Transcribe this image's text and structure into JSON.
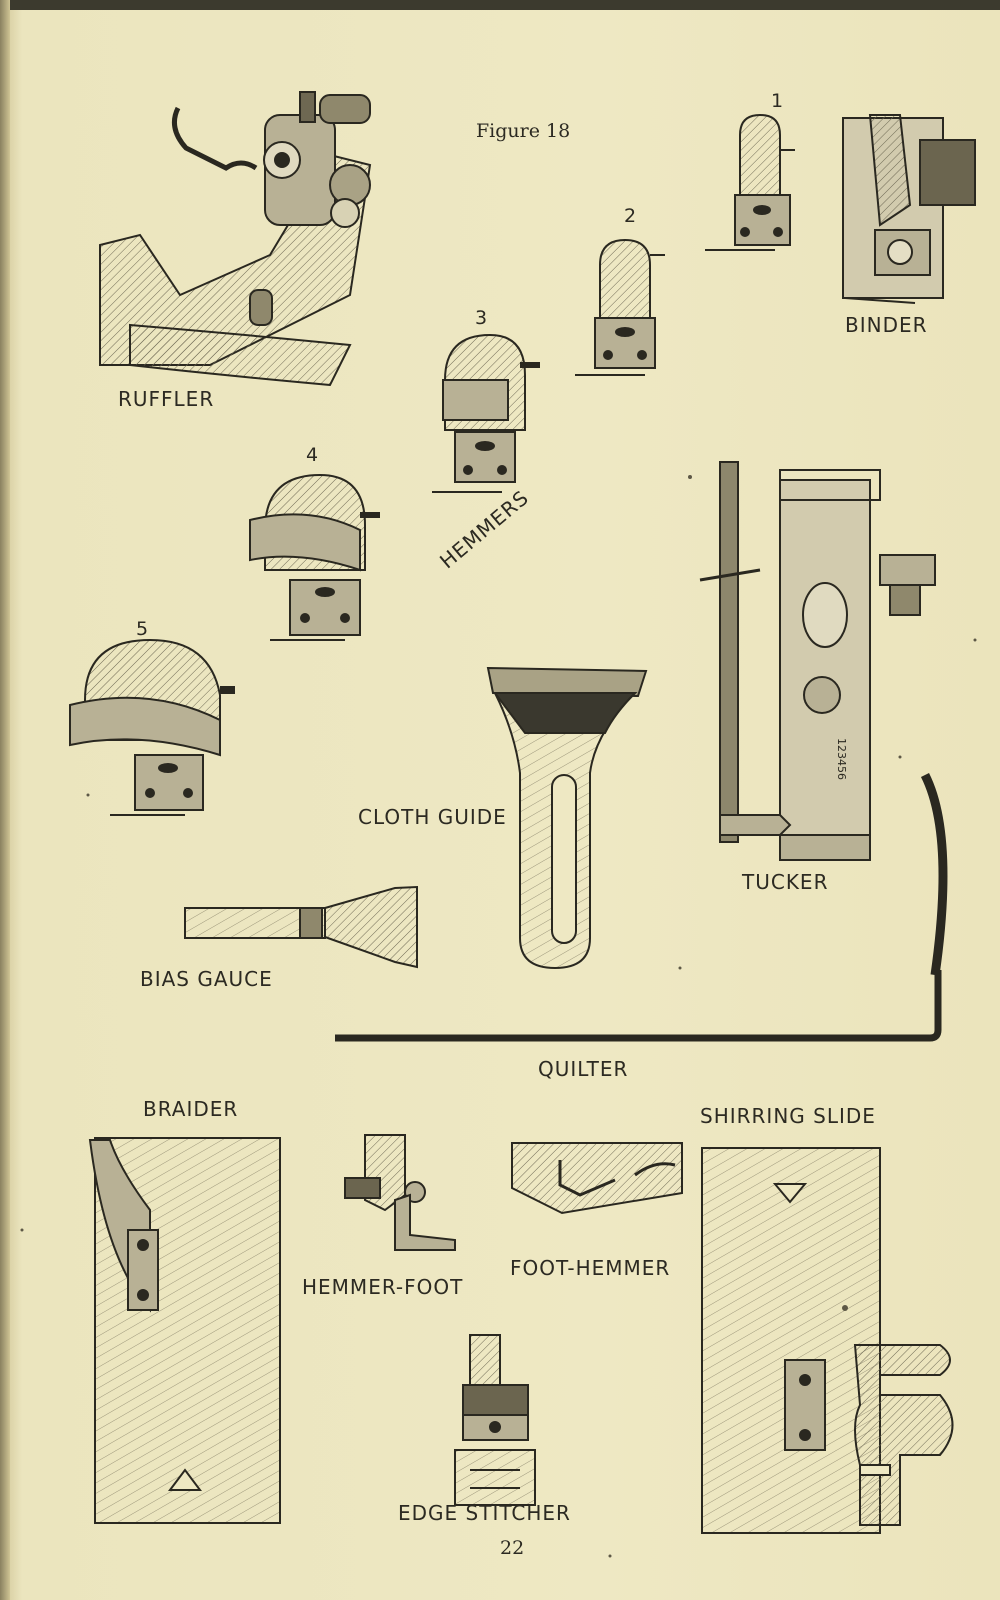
{
  "figure_title": "Figure 18",
  "page_number": "22",
  "labels": {
    "ruffler": "RUFFLER",
    "binder": "BINDER",
    "hemmers": "HEMMERS",
    "tucker": "TUCKER",
    "cloth_guide": "CLOTH GUIDE",
    "bias_gauge": "BIAS GAUCE",
    "quilter": "QUILTER",
    "braider": "BRAIDER",
    "shirring_slide": "SHIRRING SLIDE",
    "hemmer_foot": "HEMMER-FOOT",
    "foot_hemmer": "FOOT-HEMMER",
    "edge_stitcher": "EDGE STITCHER"
  },
  "hemmer_numbers": [
    "1",
    "2",
    "3",
    "4",
    "5"
  ],
  "tucker_scale": "123456"
}
